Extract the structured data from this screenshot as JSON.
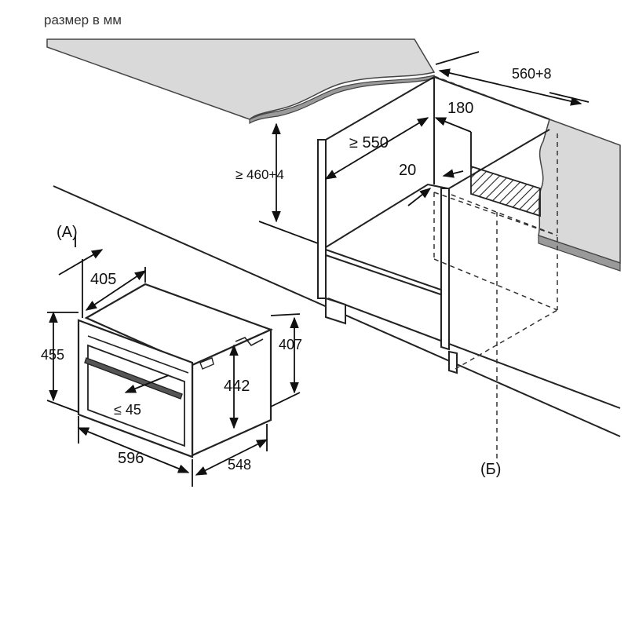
{
  "diagram": {
    "caption": "размер в мм",
    "labels": {
      "a": "(A)",
      "b": "(Б)",
      "d_405": "405",
      "d_455": "455",
      "d_442": "442",
      "d_407": "407",
      "d_596": "596",
      "d_548": "548",
      "d_le45": "≤ 45",
      "d_ge460": "≥ 460+4",
      "d_ge550": "≥ 550",
      "d_560": "560+8",
      "d_180": "180",
      "d_20": "20"
    }
  }
}
